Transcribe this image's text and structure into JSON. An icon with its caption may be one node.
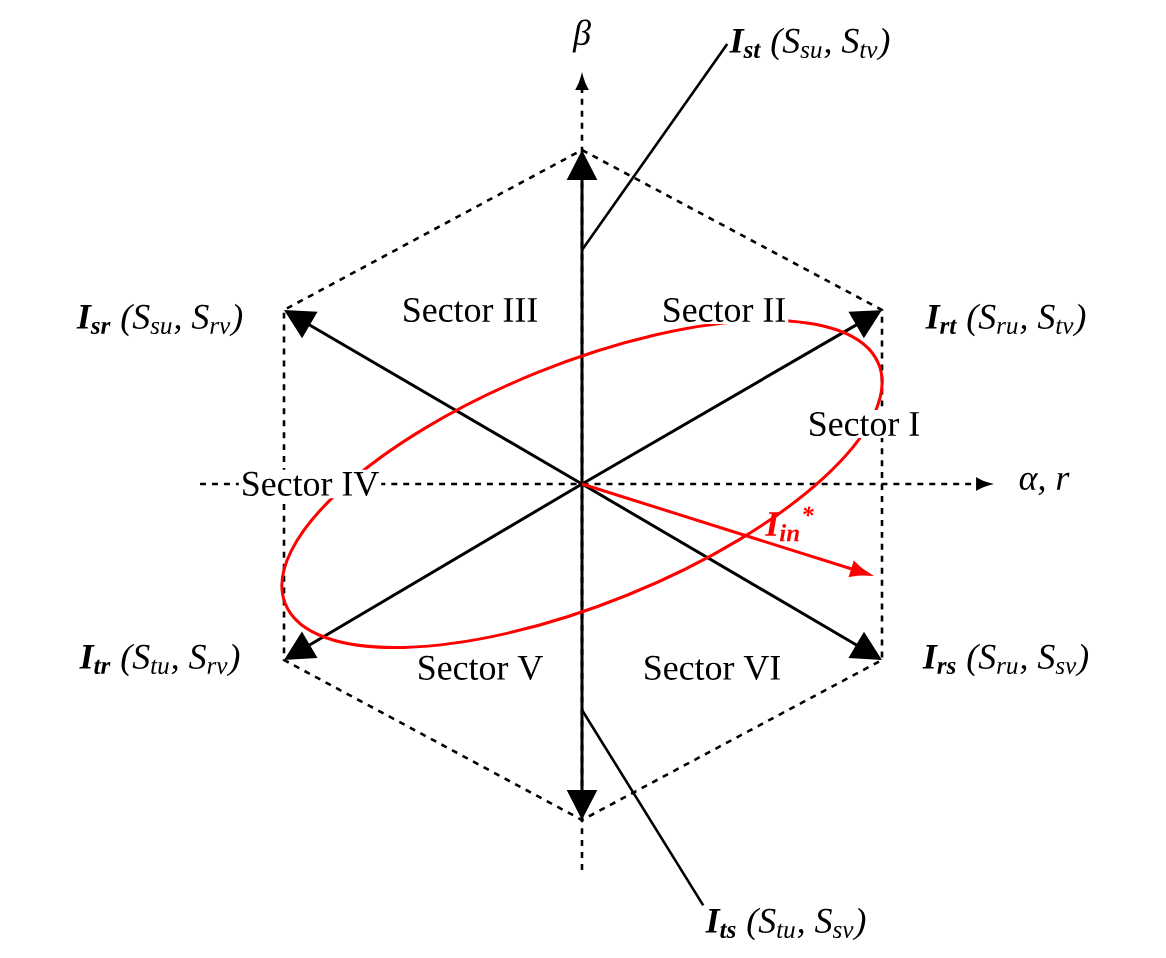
{
  "diagram": {
    "nodes": [
      {
        "text": [
          "**I$_{st}$** (S$_{su}$, S$_{tv}$)"
        ]
      },
      {
        "text": [
          "**I$_{ts}$** (S$_{tu}$, S$_{sv}$)"
        ]
      }
    ],
    "edges": [
      {
        "from": 0,
        "to": null,
        "arrow": "none"
      },
      {
        "from": 1,
        "to": null,
        "arrow": "none"
      }
    ],
    "labels": [
      "β",
      "**I$_{sr}$** (S$_{su}$, S$_{rv}$)",
      "Sector III",
      "Sector II",
      "**I$_{rt}$** (S$_{ru}$, S$_{tv}$)",
      "Sector I",
      "Sector IV",
      "α, r",
      "I$_{in}$$^{*}$",
      "**I$_{tr}$** (S$_{tu}$, S$_{rv}$)",
      "Sector V",
      "Sector VI",
      "**I$_{rs}$** (S$_{ru}$, S$_{sv}$)"
    ]
  }
}
